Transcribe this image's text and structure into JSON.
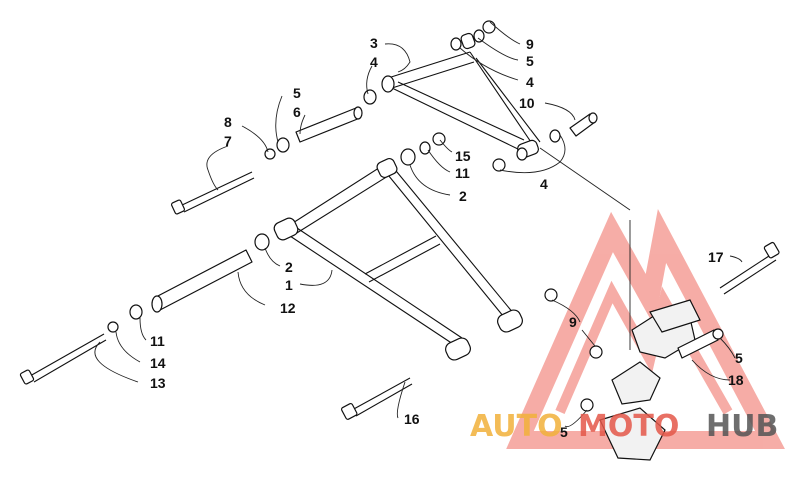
{
  "diagram": {
    "callouts": {
      "c1": "1",
      "c2a": "2",
      "c2b": "2",
      "c3": "3",
      "c4a": "4",
      "c4b": "4",
      "c4c": "4",
      "c5a": "5",
      "c5b": "5",
      "c5c": "5",
      "c5d": "5",
      "c6": "6",
      "c7": "7",
      "c8": "8",
      "c9a": "9",
      "c9b": "9",
      "c10": "10",
      "c11a": "11",
      "c11b": "11",
      "c12": "12",
      "c13": "13",
      "c14": "14",
      "c15": "15",
      "c16": "16",
      "c17": "17",
      "c18": "18"
    }
  },
  "watermark": {
    "part1": "AUTO",
    "part2": "MOTO",
    "part3": "HUB",
    "color_a": "#f2b13a",
    "color_b": "#e4584a",
    "color_c": "#555555"
  }
}
